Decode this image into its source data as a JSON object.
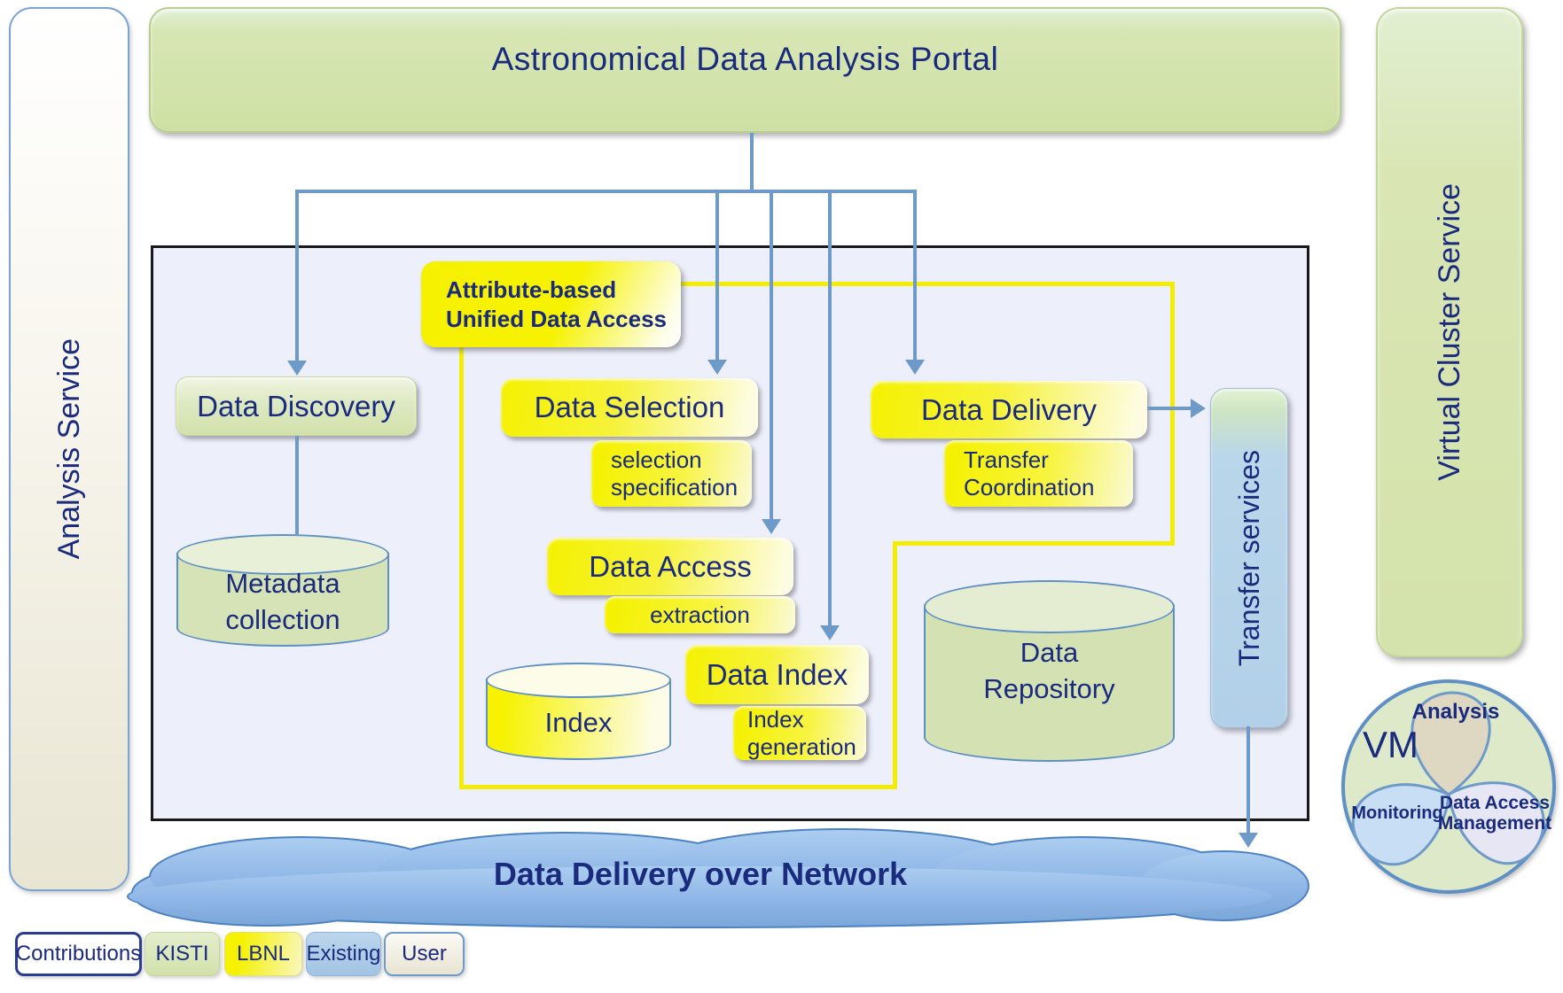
{
  "portal": {
    "title": "Astronomical Data Analysis Portal"
  },
  "side_bars": {
    "left_label": "Analysis Service",
    "right_label": "Virtual Cluster Service"
  },
  "inner": {
    "attribute_box": {
      "line1": "Attribute-based",
      "line2": "Unified Data Access"
    },
    "data_discovery": {
      "label": "Data Discovery"
    },
    "metadata_collection": {
      "line1": "Metadata",
      "line2": "collection"
    },
    "data_selection": {
      "label": "Data Selection"
    },
    "selection_specification": {
      "line1": "selection",
      "line2": "specification"
    },
    "data_access": {
      "label": "Data Access"
    },
    "extraction": {
      "label": "extraction"
    },
    "index_store": {
      "label": "Index"
    },
    "data_index": {
      "label": "Data Index"
    },
    "index_generation": {
      "line1": "Index",
      "line2": "generation"
    },
    "data_delivery": {
      "label": "Data Delivery"
    },
    "transfer_coordination": {
      "line1": "Transfer",
      "line2": "Coordination"
    },
    "data_repository": {
      "line1": "Data",
      "line2": "Repository"
    },
    "transfer_services": {
      "label": "Transfer services"
    }
  },
  "network_cloud": {
    "label": "Data Delivery over Network"
  },
  "vm_cluster": {
    "label": "VM",
    "petals": {
      "analysis": "Analysis",
      "monitoring": "Monitoring",
      "data_access_management": {
        "line1": "Data Access",
        "line2": "Management"
      }
    }
  },
  "legend": {
    "title": "Contributions",
    "items": [
      {
        "label": "KISTI"
      },
      {
        "label": "LBNL"
      },
      {
        "label": "Existing"
      },
      {
        "label": "User"
      }
    ]
  },
  "colors": {
    "text_navy": "#1a2a7d",
    "kisti_green": "#d2e1ab",
    "lbnl_yellow": "#f5f101",
    "existing_blue": "#a2c4e3",
    "user_beige": "#e8e4d3",
    "connector_blue": "#6e9aca",
    "connector_yellow": "#f3ed06",
    "cloud_blue": "#8fb4e2"
  }
}
